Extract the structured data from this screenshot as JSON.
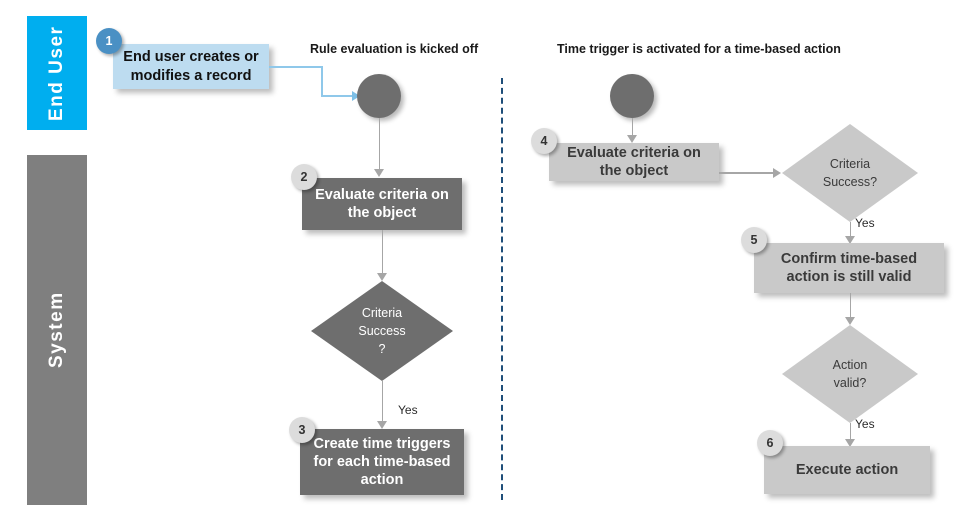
{
  "lanes": [
    {
      "id": "end-user",
      "label": "End User",
      "color": "#00AEEF"
    },
    {
      "id": "system",
      "label": "System",
      "color": "#7F7F7F"
    }
  ],
  "sections": {
    "left": {
      "title": "Rule evaluation is kicked off"
    },
    "right": {
      "title": "Time trigger is activated for a time-based action"
    }
  },
  "nodes": {
    "step1": {
      "badge": "1",
      "text": "End user creates or modifies a record"
    },
    "step2": {
      "badge": "2",
      "text": "Evaluate criteria on the object"
    },
    "step3": {
      "badge": "3",
      "text": "Create time triggers for each time-based action"
    },
    "step4": {
      "badge": "4",
      "text": "Evaluate criteria on the object"
    },
    "step5": {
      "badge": "5",
      "text": "Confirm time-based action is still valid"
    },
    "step6": {
      "badge": "6",
      "text": "Execute action"
    }
  },
  "decisions": {
    "left_criteria": {
      "line1": "Criteria",
      "line2": "Success",
      "line3": "?"
    },
    "right_criteria": {
      "line1": "Criteria",
      "line2": "Success?"
    },
    "right_action": {
      "line1": "Action",
      "line2": "valid?"
    }
  },
  "edges": {
    "yes_left": "Yes",
    "yes_right_1": "Yes",
    "yes_right_2": "Yes"
  },
  "colors": {
    "accent_blue": "#00AEEF",
    "box_blue": "#BDDCF0",
    "box_dark": "#6E6E6E",
    "box_light": "#C9C9C9",
    "divider": "#1F4E79",
    "connector": "#A6A6A6"
  }
}
